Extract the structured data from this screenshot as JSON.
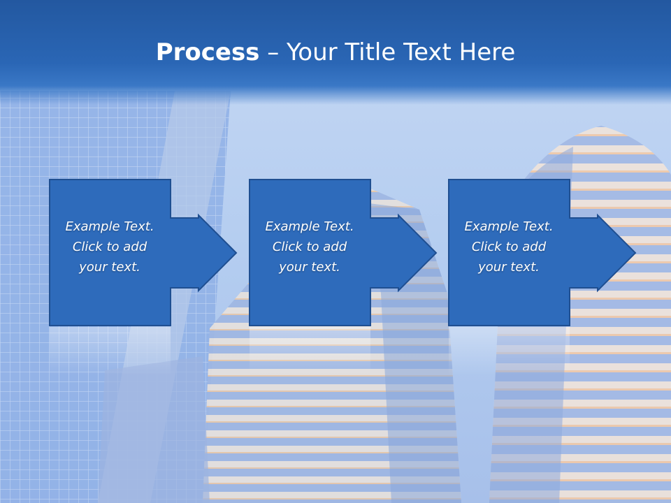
{
  "slide": {
    "title_bold": "Process",
    "title_rest": " – Your Title Text Here"
  },
  "steps": [
    {
      "lines": [
        "Example Text.",
        "Click  to add",
        "your text."
      ]
    },
    {
      "lines": [
        "Example Text.",
        "Click  to add",
        "your text."
      ]
    },
    {
      "lines": [
        "Example Text.",
        "Click  to add",
        "your text."
      ]
    }
  ],
  "colors": {
    "header": "#2a66b5",
    "step_fill": "#2e6bbb",
    "step_border": "#1f4f91",
    "text": "#ffffff"
  }
}
